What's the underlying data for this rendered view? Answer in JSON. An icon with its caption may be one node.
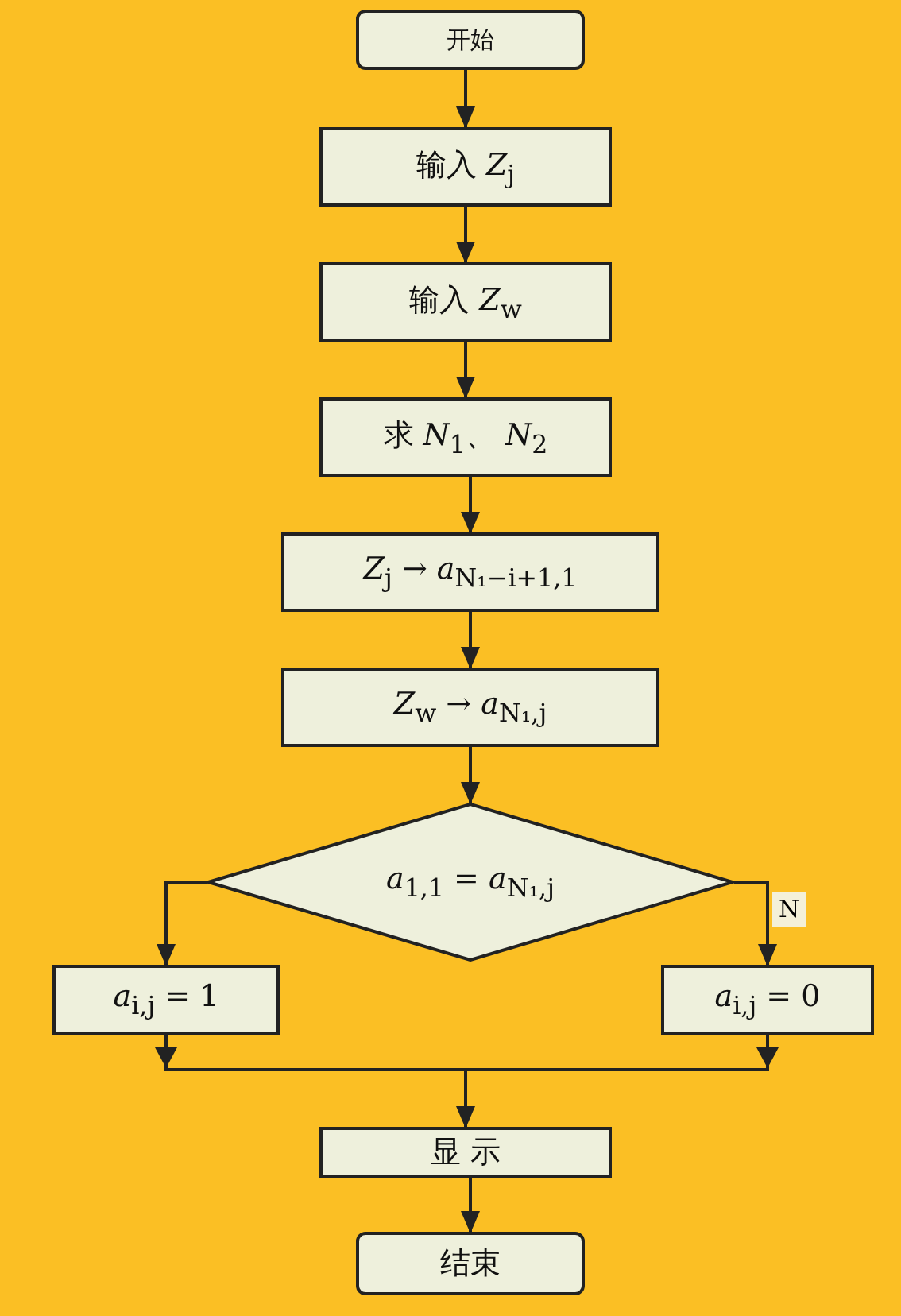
{
  "diagram": {
    "nodes": [
      {
        "text": [
          "开始"
        ]
      },
      {
        "text": [
          "输入 *Z*$_{j}$"
        ]
      },
      {
        "text": [
          "输入 *Z*$_{w}$"
        ]
      },
      {
        "text": [
          "求 *N*$_{1}$、 *N*$_{2}$"
        ]
      },
      {
        "text": [
          "*Z*$_{j}$ → *a*$_{N₁−i+1,1}$"
        ]
      },
      {
        "text": [
          "*Z*$_{w}$ → *a*$_{N₁,j}$"
        ]
      },
      {
        "text": [
          "*a*$_{1,1}$ = *a*$_{N₁,j}$"
        ]
      },
      {
        "text": [
          "*a*$_{i,j}$ = 1"
        ]
      },
      {
        "text": [
          "*a*$_{i,j}$ = 0"
        ]
      },
      {
        "text": [
          "显 示"
        ]
      },
      {
        "text": [
          "结束"
        ]
      }
    ],
    "edges": [
      {
        "from": 0,
        "to": 1,
        "arrow": "to"
      },
      {
        "from": 1,
        "to": 2,
        "arrow": "to"
      },
      {
        "from": 2,
        "to": 3,
        "arrow": "to"
      },
      {
        "from": 3,
        "to": 4,
        "arrow": "to"
      },
      {
        "from": 4,
        "to": 5,
        "arrow": "to"
      },
      {
        "from": 5,
        "to": 6,
        "arrow": "to"
      },
      {
        "from": 6,
        "to": 7,
        "arrow": "to"
      },
      {
        "from": 6,
        "to": 8,
        "arrow": "to",
        "label": "N"
      },
      {
        "from": 7,
        "to": 9,
        "arrow": "to"
      },
      {
        "from": 8,
        "to": 9,
        "arrow": "to"
      },
      {
        "from": 9,
        "to": 10,
        "arrow": "to"
      }
    ]
  }
}
